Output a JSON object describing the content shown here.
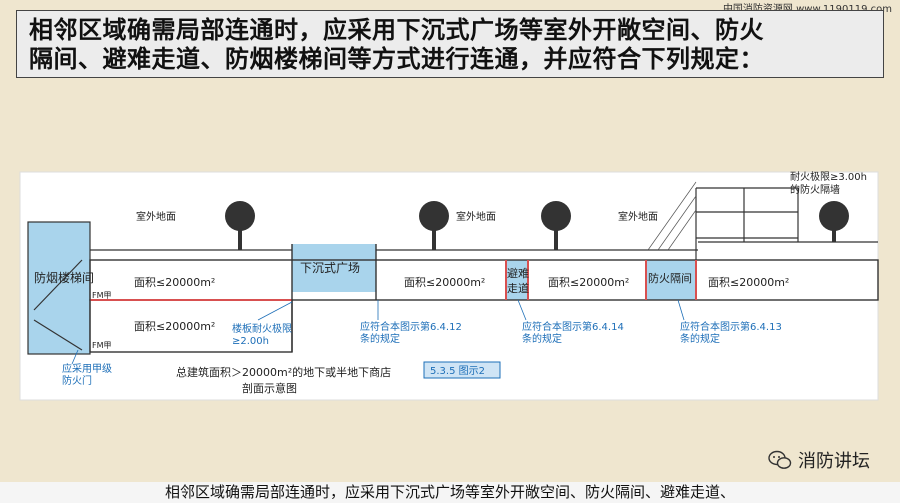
{
  "header": {
    "site": "中国消防资源网 www.1190119.com",
    "title_line1": "相邻区域确需局部连通时，应采用下沉式广场等室外开敞空间、防火",
    "title_line2": "隔间、避难走道、防烟楼梯间等方式进行连通，并应符合下列规定："
  },
  "diagram": {
    "outdoor_ground_1": "室外地面",
    "outdoor_ground_2": "室外地面",
    "outdoor_ground_3": "室外地面",
    "fire_wall_note_1": "耐火极限≥3.00h",
    "fire_wall_note_2": "的防火隔墙",
    "smoke_stair": "防烟楼梯间",
    "fm_1": "FM甲",
    "fm_2": "FM甲",
    "area_1": "面积≤20000m²",
    "area_2": "面积≤20000m²",
    "area_3": "面积≤20000m²",
    "area_4": "面积≤20000m²",
    "area_5": "面积≤20000m²",
    "sunken_plaza": "下沉式广场",
    "refuge_1": "避难",
    "refuge_2": "走道",
    "fire_compartment": "防火隔间",
    "floor_note_1": "楼板耐火极限",
    "floor_note_2": "≥2.00h",
    "ref_1a": "应符合本图示第6.4.12",
    "ref_1b": "条的规定",
    "ref_2a": "应符合本图示第6.4.14",
    "ref_2b": "条的规定",
    "ref_3a": "应符合本图示第6.4.13",
    "ref_3b": "条的规定",
    "door_note_1": "应采用甲级",
    "door_note_2": "防火门",
    "caption_1": "总建筑面积＞20000m²的地下或半地下商店",
    "caption_2": "剖面示意图",
    "figure_no": "5.3.5 图示2"
  },
  "brand": "消防讲坛",
  "footer": "相邻区域确需局部连通时，应采用下沉式广场等室外开敞空间、防火隔间、避难走道、",
  "colors": {
    "blue_fill": "#a9d4ec",
    "line_red": "#d85050",
    "beige": "#efe6cf",
    "blue_note": "#1e6fb8"
  }
}
